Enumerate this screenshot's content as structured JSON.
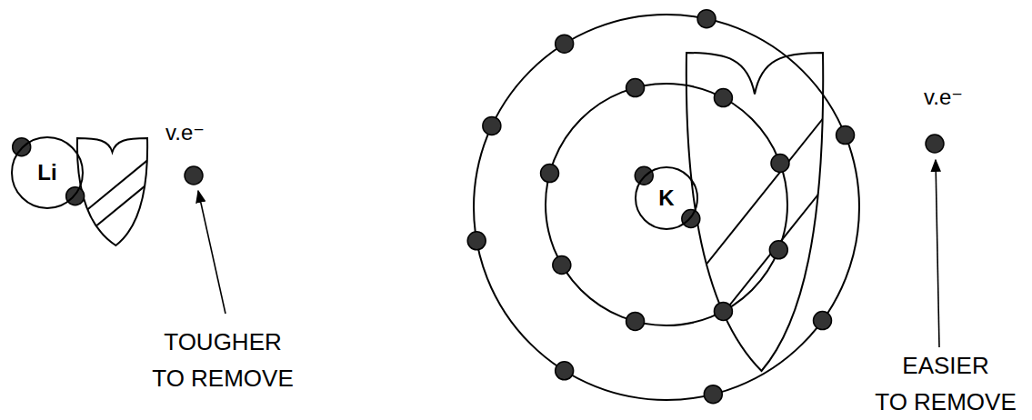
{
  "diagram": {
    "nodes": [
      {
        "text": [
          "Li"
        ]
      },
      {
        "text": [
          "K"
        ]
      }
    ],
    "labels": [
      "v.e⁻",
      "TOUGHER TO REMOVE",
      "v.e⁻",
      "EASIER TO REMOVE"
    ]
  }
}
